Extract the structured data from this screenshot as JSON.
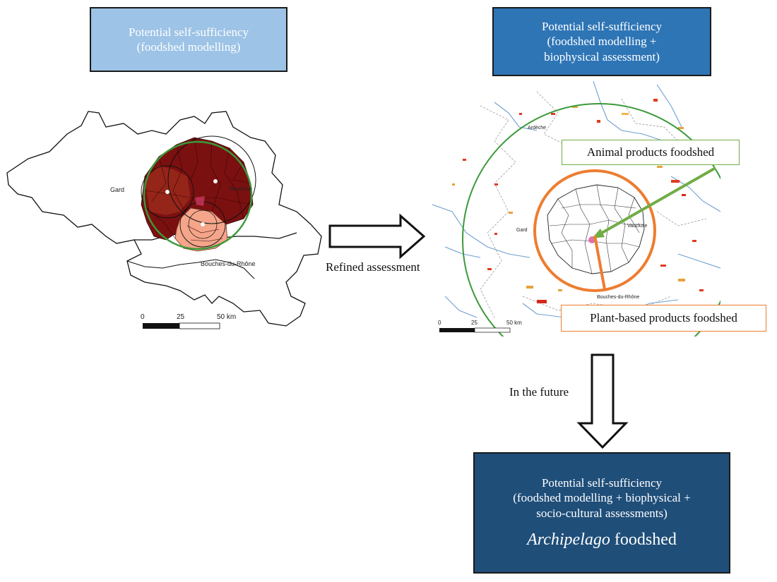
{
  "boxes": {
    "modelling": {
      "line1": "Potential self-sufficiency",
      "line2": "(foodshed modelling)",
      "color": "#9dc3e6"
    },
    "biophysical": {
      "line1": "Potential self-sufficiency",
      "line2": "(foodshed modelling +",
      "line3": "biophysical assessment)",
      "color": "#2e75b6"
    },
    "future": {
      "line1": "Potential self-sufficiency",
      "line2": "(foodshed modelling + biophysical +",
      "line3": "socio-cultural assessments)",
      "emphasis_italic": "Archipelago",
      "emphasis_rest": " foodshed",
      "color": "#1f4e79"
    }
  },
  "arrows": {
    "refined": "Refined assessment",
    "future": "In the future"
  },
  "labels": {
    "animal": "Animal  products foodshed",
    "plant": "Plant-based products foodshed"
  },
  "map_left": {
    "gard": "Gard",
    "vaucluse": "Vaucluse",
    "bdr": "Bouches-du-Rhône",
    "scale": {
      "zero": "0",
      "mid": "25",
      "end": "50 km"
    }
  },
  "map_right": {
    "ardeche": "Ardèche",
    "gard": "Gard",
    "vaucluse": "Vaucluse",
    "bdr": "Bouches-du-Rhône",
    "scale": {
      "zero": "0",
      "mid": "25",
      "end": "50 km"
    }
  },
  "colors": {
    "animal_circle": "#70ad47",
    "plant_circle": "#ed7d31",
    "dark_red": "#7b1010",
    "salmon": "#f4a58a"
  }
}
